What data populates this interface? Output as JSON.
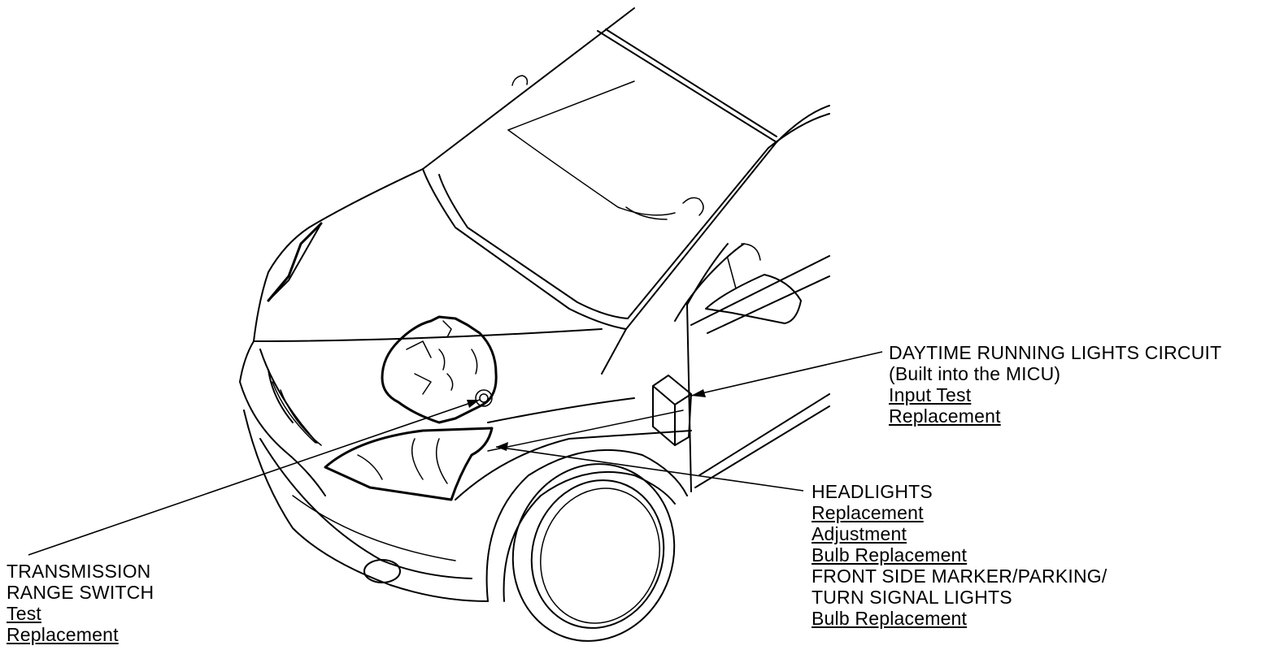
{
  "callouts": {
    "drl": {
      "title_line1": "DAYTIME RUNNING LIGHTS CIRCUIT",
      "title_line2": "(Built into the MICU)",
      "links": [
        "Input Test",
        "Replacement"
      ]
    },
    "headlights": {
      "title": "HEADLIGHTS",
      "links": [
        "Replacement",
        "Adjustment",
        "Bulb Replacement"
      ],
      "subtitle_line1": "FRONT SIDE MARKER/PARKING/",
      "subtitle_line2": "TURN SIGNAL LIGHTS",
      "sub_links": [
        "Bulb Replacement"
      ]
    },
    "trs": {
      "title_line1": "TRANSMISSION",
      "title_line2": "RANGE SWITCH",
      "links": [
        "Test",
        "Replacement"
      ]
    }
  },
  "colors": {
    "line": "#000000",
    "background": "#ffffff"
  }
}
